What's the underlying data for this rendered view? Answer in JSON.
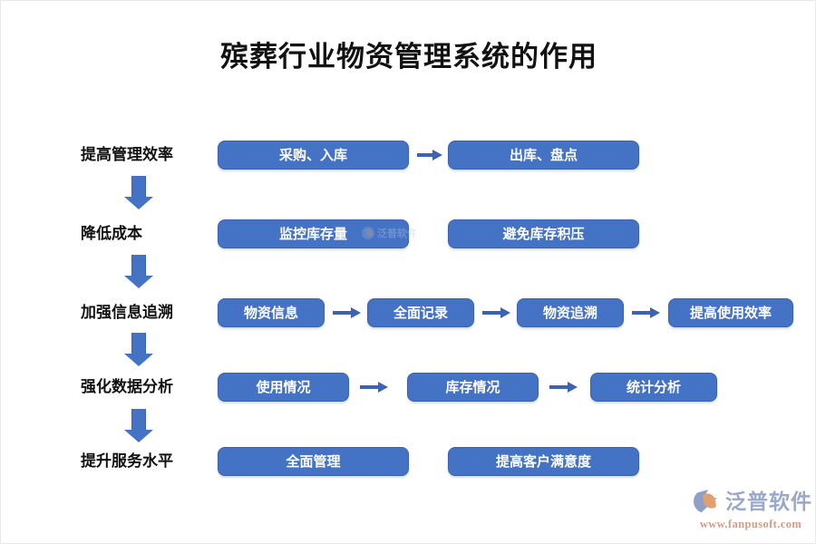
{
  "page": {
    "title": "殡葬行业物资管理系统的作用",
    "background_color": "#FFFFFF",
    "accent_color": "#4472C4",
    "text_color": "#111111"
  },
  "rows": [
    {
      "label": "提高管理效率",
      "boxes": [
        "采购、入库",
        "出库、盘点"
      ],
      "arrows": 1
    },
    {
      "label": "降低成本",
      "boxes": [
        "监控库存量",
        "避免库存积压"
      ],
      "arrows": 0
    },
    {
      "label": "加强信息追溯",
      "boxes": [
        "物资信息",
        "全面记录",
        "物资追溯",
        "提高使用效率"
      ],
      "arrows": 3
    },
    {
      "label": "强化数据分析",
      "boxes": [
        "使用情况",
        "库存情况",
        "统计分析"
      ],
      "arrows": 2
    },
    {
      "label": "提升服务水平",
      "boxes": [
        "全面管理",
        "提高客户满意度"
      ],
      "arrows": 0
    }
  ],
  "connectors": {
    "down_arrow_icon": "arrow-down-icon",
    "right_arrow_icon": "arrow-right-icon",
    "down_arrow_count": 4
  },
  "watermark": {
    "text": "泛普软件"
  },
  "logo": {
    "name": "泛普软件",
    "url": "www.fanpusoft.com"
  }
}
